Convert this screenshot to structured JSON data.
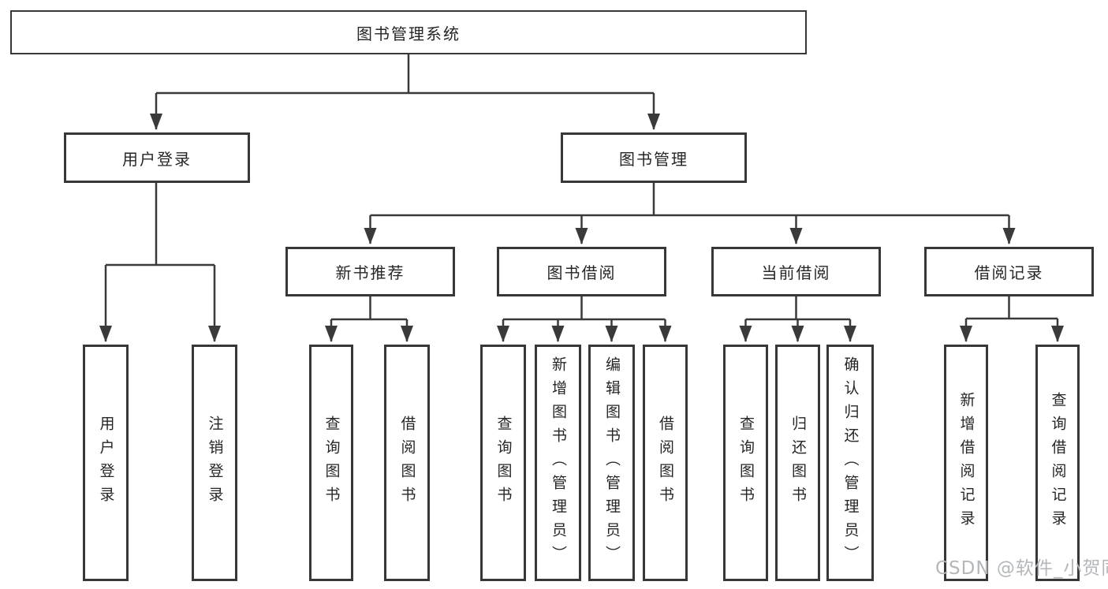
{
  "diagram": {
    "tree": {
      "label": "图书管理系统",
      "children": [
        {
          "label": "用户登录",
          "children": [
            {
              "label": "用户登录"
            },
            {
              "label": "注销登录"
            }
          ]
        },
        {
          "label": "图书管理",
          "children": [
            {
              "label": "新书推荐",
              "children": [
                {
                  "label": "查询图书"
                },
                {
                  "label": "借阅图书"
                }
              ]
            },
            {
              "label": "图书借阅",
              "children": [
                {
                  "label": "查询图书"
                },
                {
                  "label": "新增图书（管理员）"
                },
                {
                  "label": "编辑图书（管理员）"
                },
                {
                  "label": "借阅图书"
                }
              ]
            },
            {
              "label": "当前借阅",
              "children": [
                {
                  "label": "查询图书"
                },
                {
                  "label": "归还图书"
                },
                {
                  "label": "确认归还（管理员）"
                }
              ]
            },
            {
              "label": "借阅记录",
              "children": [
                {
                  "label": "新增借阅记录"
                },
                {
                  "label": "查询借阅记录"
                }
              ]
            }
          ]
        }
      ]
    },
    "watermark": "CSDN @软件_小贺同学",
    "colors": {
      "line": "#3a3a3a",
      "box_border": "#373737",
      "text": "#262626",
      "watermark": "#b4b7ba",
      "background": "#ffffff"
    }
  }
}
